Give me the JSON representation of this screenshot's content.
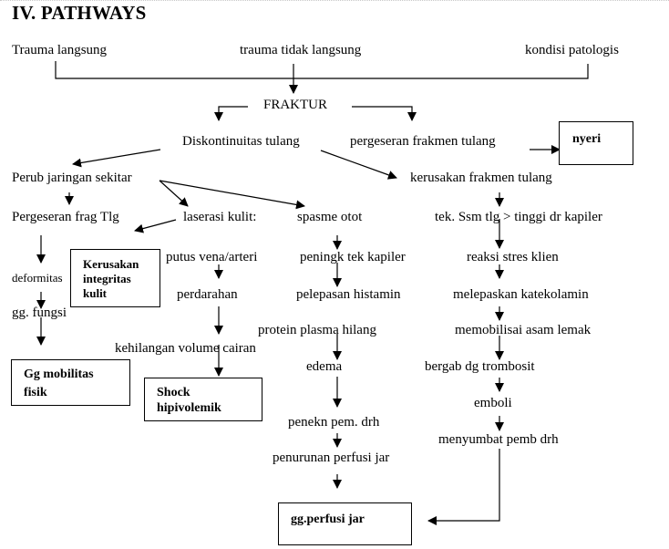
{
  "title": "IV. PATHWAYS",
  "causes": {
    "direct": "Trauma langsung",
    "indirect": "trauma tidak langsung",
    "pathologic": "kondisi patologis"
  },
  "center": {
    "fracture": "FRAKTUR",
    "discontinuity": "Diskontinuitas tulang",
    "displacement": "pergeseran frakmen tulang"
  },
  "left_branch": {
    "tissue_change": "Perub jaringan sekitar",
    "fragment_shift": "Pergeseran frag  Tlg",
    "deformity": "deformitas",
    "dysfunction": "gg. fungsi",
    "mobility_box": [
      "Gg mobilitas",
      "fisik"
    ]
  },
  "skin_branch": {
    "laceration": "laserasi kulit:",
    "skin_box": [
      "Kerusakan",
      "integritas",
      "kulit"
    ],
    "vessel_rupture": "putus vena/arteri",
    "bleeding": "perdarahan",
    "fluid_loss": "kehilangan volume cairan",
    "shock_box": [
      "Shock",
      "hipivolemik"
    ]
  },
  "muscle_branch": {
    "spasm": "spasme otot",
    "capillary_pressure": "peningk tek kapiler",
    "histamine": "pelepasan histamin",
    "plasma_loss": "protein plasma hilang",
    "edema": "edema",
    "vessel_compression": "penekn pem. drh",
    "perfusion_drop": "penurunan perfusi jar",
    "perfusion_box": "gg.perfusi jar"
  },
  "right_branch": {
    "pain_box": "nyeri",
    "bone_damage": "kerusakan frakmen tulang",
    "marrow_pressure": "tek. Ssm tlg > tinggi dr kapiler",
    "stress": "reaksi stres klien",
    "catecholamine": "melepaskan katekolamin",
    "fat_mobilize": "memobilisai asam lemak",
    "platelet": "bergab dg trombosit",
    "emboli": "emboli",
    "occlusion": "menyumbat pemb drh"
  }
}
